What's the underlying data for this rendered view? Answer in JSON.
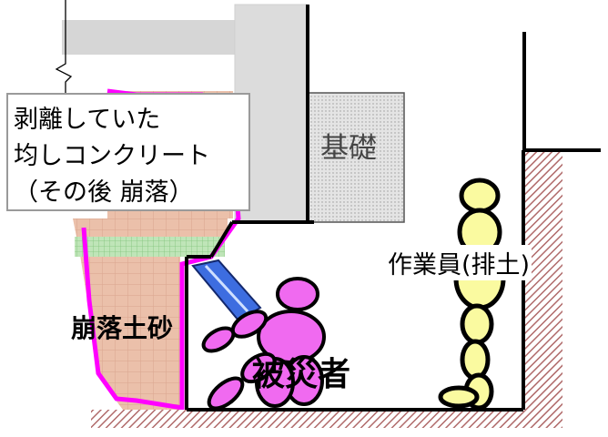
{
  "callout": {
    "line1": "剥離していた",
    "line2": "均しコンクリート",
    "line3": "（その後 崩落）"
  },
  "labels": {
    "base": "基礎",
    "worker": "作業員(排土)",
    "collapsed_soil": "崩落土砂",
    "victim": "被災者"
  },
  "colors": {
    "hatch": "#b06a6a",
    "soil": "#e9bca6",
    "collapse_outline": "#ff00ff",
    "victim_fill": "#f06af0",
    "worker_fill": "#fafaa0",
    "arrow": "#3d6de0",
    "base_block": "#d8d8d8"
  },
  "icons": [
    "victim-figure-icon",
    "worker-figure-icon",
    "falling-slab-arrow-icon"
  ]
}
